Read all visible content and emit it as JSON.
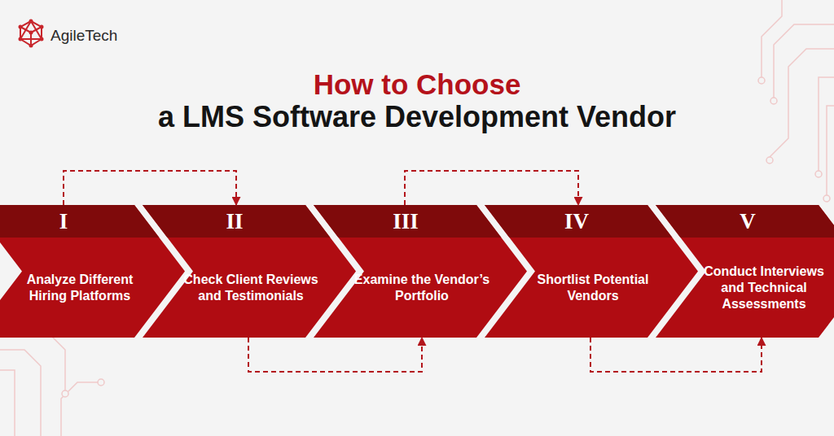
{
  "diagram": {
    "title": "How to Choose",
    "nodes": [
      {
        "text": [
          "I",
          "Analyze Different Hiring Platforms"
        ]
      },
      {
        "text": [
          "II",
          "Check Client Reviews and Testimonials"
        ]
      },
      {
        "text": [
          "III",
          "Examine the Vendor’s Portfolio"
        ]
      },
      {
        "text": [
          "IV",
          "Shortlist Potential Vendors"
        ]
      },
      {
        "text": [
          "V",
          "Conduct Interviews and Technical Assessments"
        ]
      }
    ],
    "edges": [
      {
        "from": 0,
        "to": 1,
        "arrow": "to"
      },
      {
        "from": 1,
        "to": 2,
        "arrow": "to"
      },
      {
        "from": 2,
        "to": 3,
        "arrow": "to"
      },
      {
        "from": 3,
        "to": 4,
        "arrow": "to"
      }
    ],
    "labels": [
      "AgileTech",
      "a LMS Software Development Vendor"
    ]
  }
}
